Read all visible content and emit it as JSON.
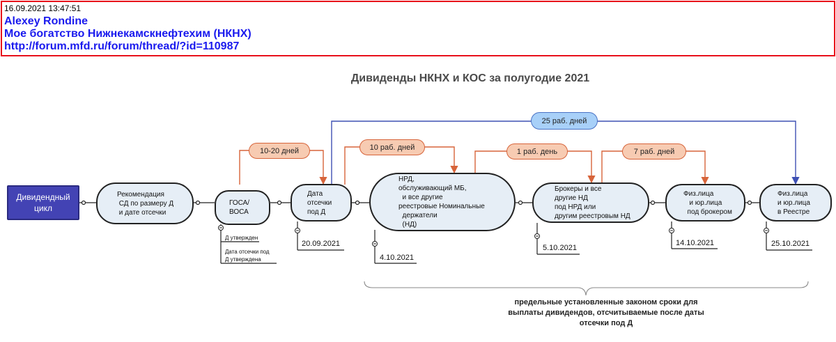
{
  "header": {
    "timestamp": "16.09.2021 13:47:51",
    "author": "Alexey Rondine",
    "topic": "Мое богатство Нижнекамскнефтехим (НКНХ)",
    "url": "http://forum.mfd.ru/forum/thread/?id=110987"
  },
  "diagram": {
    "title": "Дивиденды НКНХ и КОС за полугодие 2021",
    "start_node": "Дивидендный\nцикл",
    "nodes": [
      {
        "id": "recommendation",
        "label": "Рекомендация\n СД по размеру Д\n и дате отсечки"
      },
      {
        "id": "gosa",
        "label": "ГОСА/\nВОСА"
      },
      {
        "id": "cutoff",
        "label": "Дата\nотсечки\nпод Д"
      },
      {
        "id": "nrd",
        "label": "НРД,\nобслуживающий МБ,\n  и все другие\nреестровые Номинальные\n  держатели\n  (НД)"
      },
      {
        "id": "brokers",
        "label": "Брокеры и все\nдругие НД\nпод НРД или\nдругим реестровым НД"
      },
      {
        "id": "phys_broker",
        "label": "Физ.лица\n   и юр.лица\n  под брокером"
      },
      {
        "id": "phys_registry",
        "label": "Физ.лица\nи юр.лица\nв Реестре"
      }
    ],
    "gosa_notes": [
      "Д утвержден",
      "Дата отсечки под\nД утверждена"
    ],
    "dates": {
      "cutoff": "20.09.2021",
      "nrd": "4.10.2021",
      "brokers": "5.10.2021",
      "phys_broker": "14.10.2021",
      "phys_registry": "25.10.2021"
    },
    "periods": {
      "recommendation_to_cutoff": "10-20 дней",
      "cutoff_to_nrd": "10 раб. дней",
      "nrd_to_brokers": "1 раб. день",
      "brokers_to_phys": "7 раб. дней",
      "cutoff_to_registry": "25 раб. дней"
    },
    "bottom_note": "предельные установленные законом сроки для\nвыплаты дивидендов, отсчитываемые после даты\nотсечки под Д",
    "colors": {
      "accent_orange": "#d7643a",
      "accent_blue": "#3e50b4",
      "start_fill": "#4343b4",
      "node_fill": "#e6eef6"
    }
  }
}
